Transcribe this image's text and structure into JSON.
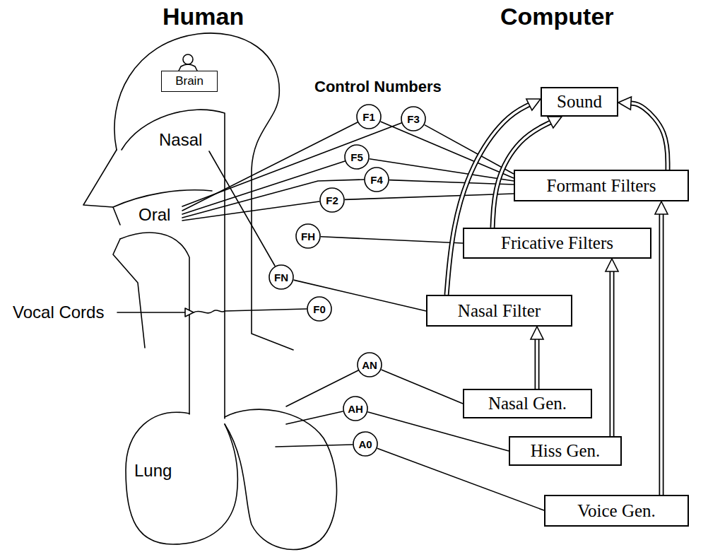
{
  "diagram": {
    "nodes": [
      {
        "text": [
          "Brain"
        ]
      },
      {
        "text": [
          "F3"
        ]
      },
      {
        "text": [
          "F1"
        ]
      },
      {
        "text": [
          "F5"
        ]
      },
      {
        "text": [
          "F4"
        ]
      },
      {
        "text": [
          "F2"
        ]
      },
      {
        "text": [
          "FH"
        ]
      },
      {
        "text": [
          "FN"
        ]
      },
      {
        "text": [
          "F0"
        ]
      },
      {
        "text": [
          "AN"
        ]
      },
      {
        "text": [
          "AH"
        ]
      },
      {
        "text": [
          "A0"
        ]
      },
      {
        "text": [
          "Sound"
        ]
      },
      {
        "text": [
          "Formant Filters"
        ]
      },
      {
        "text": [
          "Fricative Filters"
        ]
      },
      {
        "text": [
          "Nasal Filter"
        ]
      },
      {
        "text": [
          "Nasal Gen."
        ]
      },
      {
        "text": [
          "Hiss Gen."
        ]
      },
      {
        "text": [
          "Voice Gen."
        ]
      }
    ],
    "edges": [
      {
        "from": 1,
        "to": 13,
        "arrow": "none"
      },
      {
        "from": 2,
        "to": 13,
        "arrow": "none"
      },
      {
        "from": 3,
        "to": 13,
        "arrow": "none"
      },
      {
        "from": 4,
        "to": 13,
        "arrow": "none"
      },
      {
        "from": 5,
        "to": 13,
        "arrow": "none"
      },
      {
        "from": 6,
        "to": 14,
        "arrow": "none"
      },
      {
        "from": 7,
        "to": 15,
        "arrow": "none"
      },
      {
        "from": 9,
        "to": 16,
        "arrow": "none"
      },
      {
        "from": 10,
        "to": 17,
        "arrow": "none"
      },
      {
        "from": 11,
        "to": 18,
        "arrow": "none"
      },
      {
        "from": 16,
        "to": 15,
        "arrow": "to"
      },
      {
        "from": 17,
        "to": 14,
        "arrow": "to"
      },
      {
        "from": 18,
        "to": 13,
        "arrow": "to"
      },
      {
        "from": 13,
        "to": 12,
        "arrow": "to"
      },
      {
        "from": 14,
        "to": 12,
        "arrow": "to"
      },
      {
        "from": 15,
        "to": 12,
        "arrow": "to"
      }
    ],
    "labels": [
      "Human",
      "Computer",
      "Control Numbers",
      "Nasal",
      "Oral",
      "Vocal Cords",
      "Lung"
    ]
  }
}
